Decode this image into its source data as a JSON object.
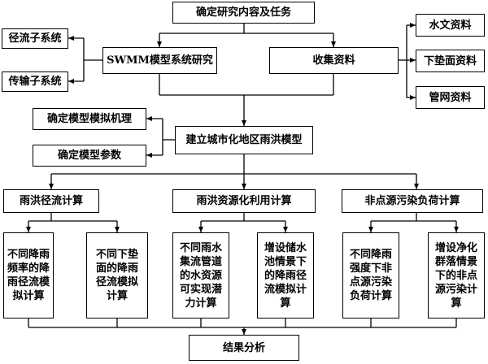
{
  "diagram": {
    "top": "确定研究内容及任务",
    "swmm": "SWMM模型系统研究",
    "collect": "收集资料",
    "runoff_sub": "径流子系统",
    "transport_sub": "传输子系统",
    "hydro": "水文资料",
    "surface": "下垫面资料",
    "pipe": "管网资料",
    "mechanism": "确定模型模拟机理",
    "params": "确定模型参数",
    "build": "建立城市化地区雨洪模型",
    "calc1": "雨洪径流计算",
    "calc2": "雨洪资源化利用计算",
    "calc3": "非点源污染负荷计算",
    "leaf1": [
      "不同降雨",
      "频率的降",
      "雨径流模",
      "拟计算"
    ],
    "leaf2": [
      "不同下垫",
      "面的降雨",
      "径流模拟",
      "计算"
    ],
    "leaf3": [
      "不同雨水",
      "集流管道",
      "的水资源",
      "可实现潜",
      "力计算"
    ],
    "leaf4": [
      "增设储水",
      "池情景下",
      "的降雨径",
      "流模拟计",
      "算"
    ],
    "leaf5": [
      "不同降雨",
      "强度下非",
      "点源污染",
      "负荷计算"
    ],
    "leaf6": [
      "增设净化",
      "群落情景",
      "下的非点",
      "源污染计",
      "算"
    ],
    "result": "结果分析"
  }
}
